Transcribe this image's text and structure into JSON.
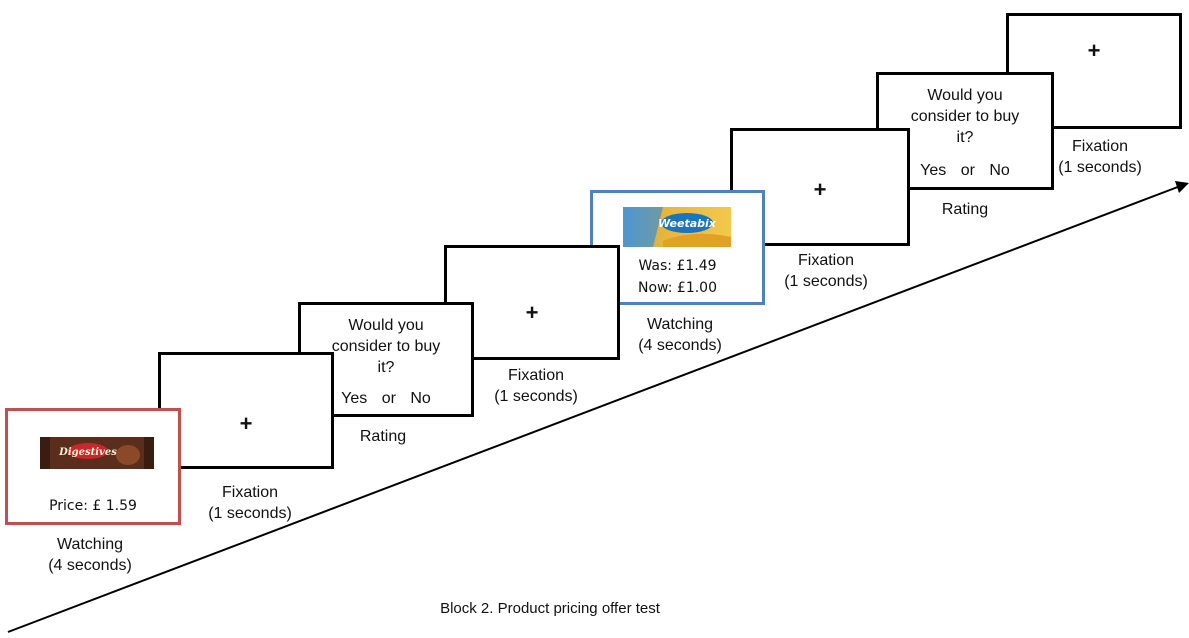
{
  "screens": {
    "watch1": {
      "price": "Price: £ 1.59",
      "caption": "Watching\n(4 seconds)"
    },
    "fix1": {
      "symbol": "+",
      "caption": "Fixation\n(1 seconds)"
    },
    "rate1": {
      "question": "Would you\nconsider to buy\nit?",
      "answers": "Yes or No",
      "caption": "Rating"
    },
    "fix2": {
      "symbol": "+",
      "caption": "Fixation\n(1 seconds)"
    },
    "watch2": {
      "was": "Was: £1.49",
      "now": "Now: £1.00",
      "caption": "Watching\n(4 seconds)"
    },
    "fix3": {
      "symbol": "+",
      "caption": "Fixation\n(1 seconds)"
    },
    "rate2": {
      "question": "Would you\nconsider to buy\nit?",
      "answers": "Yes or No",
      "caption": "Rating"
    },
    "fix4": {
      "symbol": "+",
      "caption": "Fixation\n(1 seconds)"
    }
  },
  "products": {
    "digestives_brand": "Digestives",
    "weetabix_brand": "Weetabix"
  },
  "footer": "Block 2. Product pricing offer test",
  "colors": {
    "watch1_border": "#c0504d",
    "watch2_border": "#4f81bd",
    "frame_border": "#000000"
  }
}
